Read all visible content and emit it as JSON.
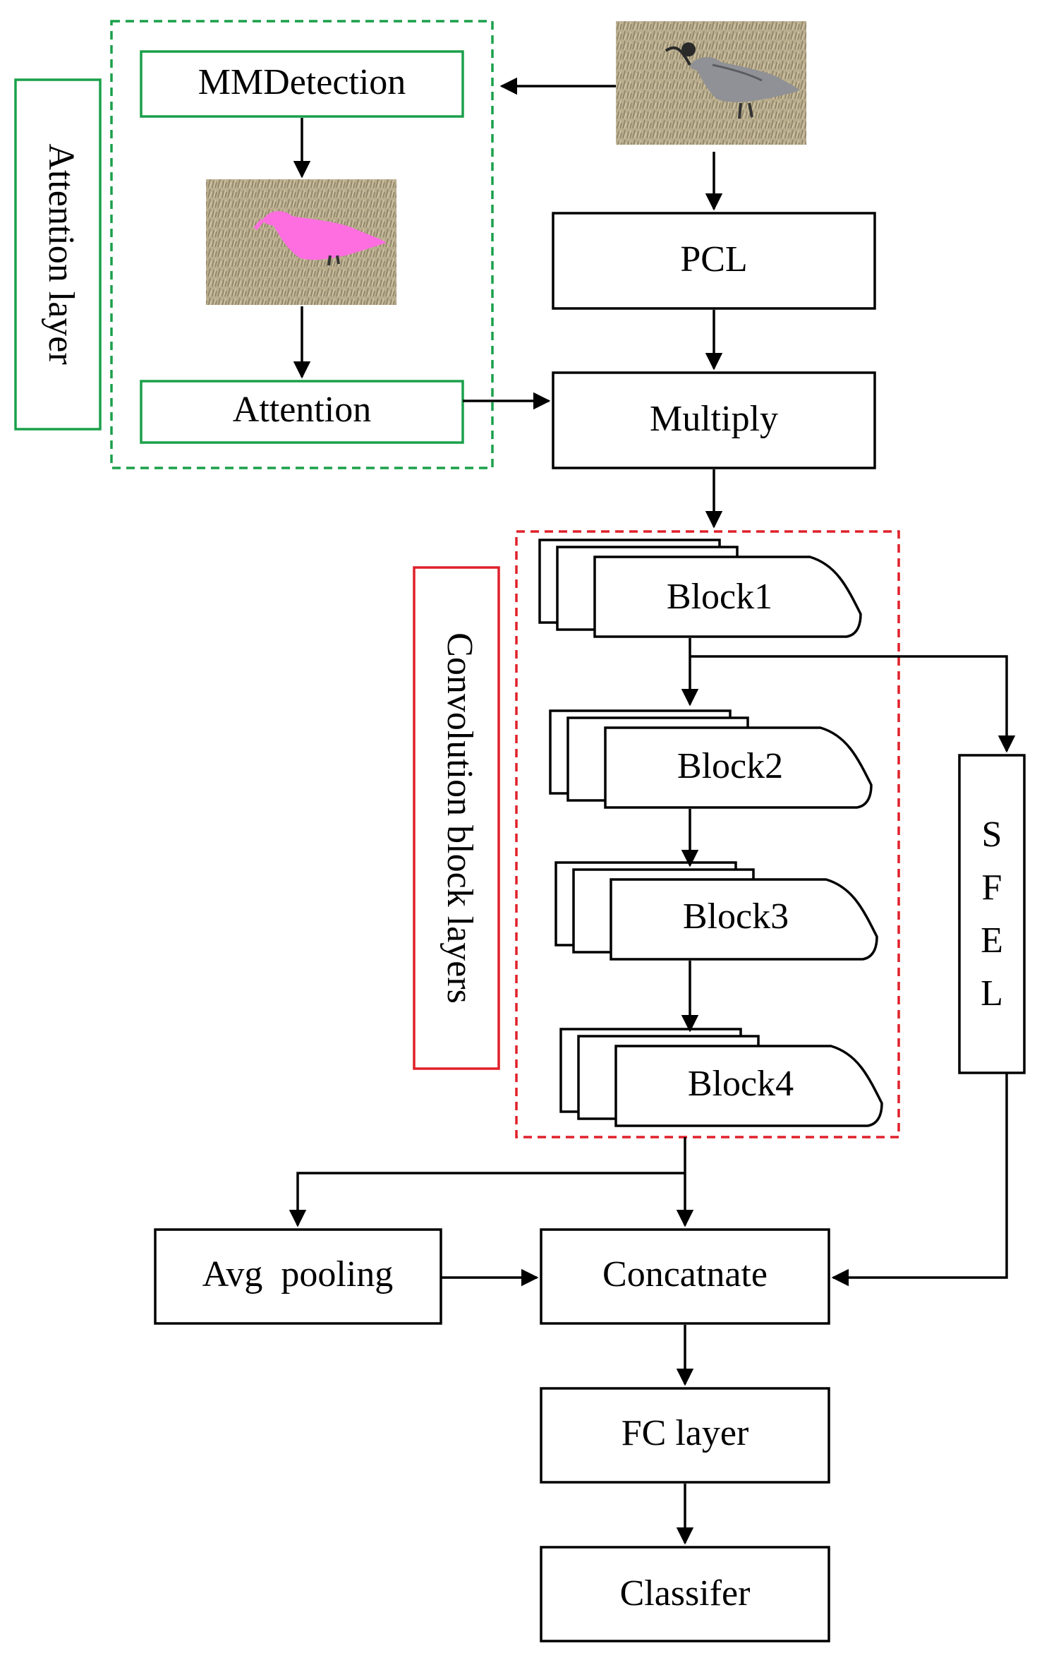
{
  "diagram": {
    "attention_layer_label": "Attention layer",
    "mmdetection": "MMDetection",
    "attention": "Attention",
    "pcl": "PCL",
    "multiply": "Multiply",
    "conv_block_label": "Convolution block layers",
    "blocks": [
      "Block1",
      "Block2",
      "Block3",
      "Block4"
    ],
    "sfel": [
      "S",
      "F",
      "E",
      "L"
    ],
    "avg_pooling": "Avg  pooling",
    "concatenate": "Concatnate",
    "fc_layer": "FC layer",
    "classifier": "Classifer"
  },
  "colors": {
    "attention_group": "#1aa04a",
    "conv_group": "#e0202a",
    "mask": "#ff6ee0"
  }
}
